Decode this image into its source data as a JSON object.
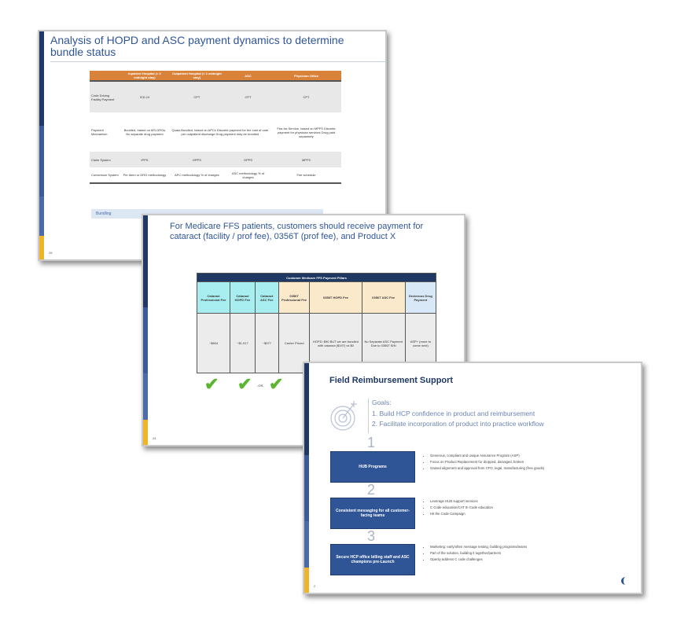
{
  "slide1": {
    "title": "Analysis of HOPD and ASC payment dynamics to determine bundle status",
    "headers": [
      "",
      "Inpatient Hospital (> 2 midnight stay)",
      "Outpatient Hospital (< 2 midnight stay)",
      "ASC",
      "Physician Office"
    ],
    "rows": [
      [
        "Code Driving Facility Payment",
        "ICD-10",
        "CPT",
        "CPT",
        "CPT"
      ],
      [
        "Payment Mechanism",
        "Bundled, based on MS-DRGs No separate drug payment",
        "Quasi-Bundled, based on APCs Discrete payment for the cost of care per outpatient discharge Drug payment may be bundled",
        "",
        "Fee-for-Service, based on MPFS Discrete payment for physician services Drug paid separately"
      ],
      [
        "Claim System",
        "IPPS",
        "OPPS",
        "OPPS",
        "MPFS"
      ],
      [
        "Conversion System",
        "Per diem or DRG methodology",
        "APC methodology % of charges",
        "ASC methodology % of charges",
        "Fee schedule"
      ]
    ],
    "bundling_label": "Bundling",
    "page": "26"
  },
  "slide2": {
    "title": "For Medicare FFS patients, customers should receive payment for cataract (facility / prof fee), 0356T (prof fee), and Product X",
    "table_title": "Customer Medicare FFS Payment Pillars",
    "headers": [
      "Cataract Professional Fee",
      "Cataract HOPD Fee",
      "Cataract ASC Fee",
      "0356T Professional Fee",
      "0356T HOPD Fee",
      "0356T ASC Fee",
      "Dexterous Drug Payment"
    ],
    "values": [
      "~$604",
      "~$1,917",
      "~$977",
      "Carrier Priced",
      "HOPD: $90 BUT we are bundled with cataract ($197) vs $0",
      "No Separate ASC Payment Due to 0356T B/N",
      "ASP+ (more to come next)"
    ],
    "or_label": "-OR-",
    "page": "24"
  },
  "slide3": {
    "title": "Field Reimbursement Support",
    "goals_label": "Goals:",
    "goals": [
      "1.   Build HCP confidence in product and reimbursement",
      "2.   Facilitate incorporation of product into practice workflow"
    ],
    "steps": [
      {
        "num": "1",
        "label": "HUB Programs",
        "bullets": [
          "Generous, compliant and unique Assurance Program (ASP)",
          "Focus on Product Replacement for dropped, damaged, broken",
          "Gained alignment and approval from CFO, legal, manufacturing (free goods)"
        ]
      },
      {
        "num": "2",
        "label": "Consistent messaging for all customer-facing teams",
        "bullets": [
          "Leverage HUB support services",
          "C Code education/CAT III Code education",
          "Hit the Code Campaign"
        ]
      },
      {
        "num": "3",
        "label": "Secure HCP office billing staff and ASC champions pre-Launch",
        "bullets": [
          "Marketing: early/often message testing, building programs/teams",
          "Part of the solution, building it together/partners",
          "Openly address C code challenges"
        ]
      }
    ],
    "page": "2"
  },
  "colors": {
    "navy": "#1f3864",
    "blue": "#2f5597",
    "orange": "#d9823a",
    "yellow": "#f0b429",
    "check": "#5cb531"
  }
}
